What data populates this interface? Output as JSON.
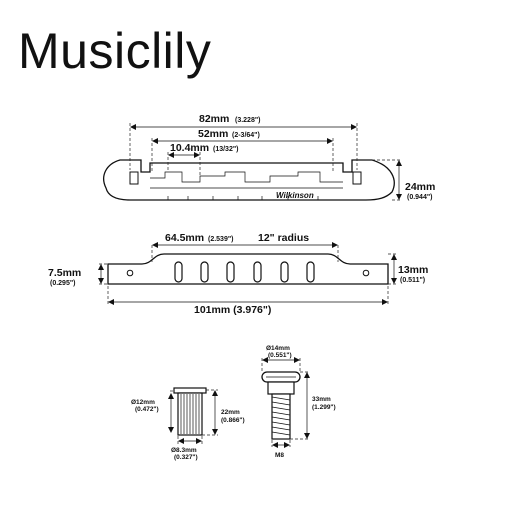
{
  "brand": {
    "title": "Musiclily"
  },
  "colors": {
    "ink": "#111111",
    "background": "#ffffff"
  },
  "top_view": {
    "dim_overall": "82mm",
    "dim_overall_in": "(3.228\")",
    "dim_spacing": "52mm",
    "dim_spacing_in": "(2-3/64\")",
    "dim_adjacent": "10.4mm",
    "dim_adjacent_in": "(13/32\")",
    "dim_height": "24mm",
    "dim_height_in": "(0.944\")",
    "logo": "Wilkinson"
  },
  "front_view": {
    "dim_span": "64.5mm",
    "dim_span_in": "(2.539\")",
    "radius": "12\" radius",
    "dim_left": "7.5mm",
    "dim_left_in": "(0.295\")",
    "dim_right": "13mm",
    "dim_right_in": "(0.511\")",
    "dim_length": "101mm (3.976\")"
  },
  "insert": {
    "dim_outer": "Ø12mm",
    "dim_outer_in": "(0.472\")",
    "dim_len": "22mm",
    "dim_len_in": "(0.866\")",
    "dim_inner": "Ø8.3mm",
    "dim_inner_in": "(0.327\")"
  },
  "stud": {
    "dim_head": "Ø14mm",
    "dim_head_in": "(0.551\")",
    "dim_len": "33mm",
    "dim_len_in": "(1.299\")",
    "thread": "M8"
  }
}
